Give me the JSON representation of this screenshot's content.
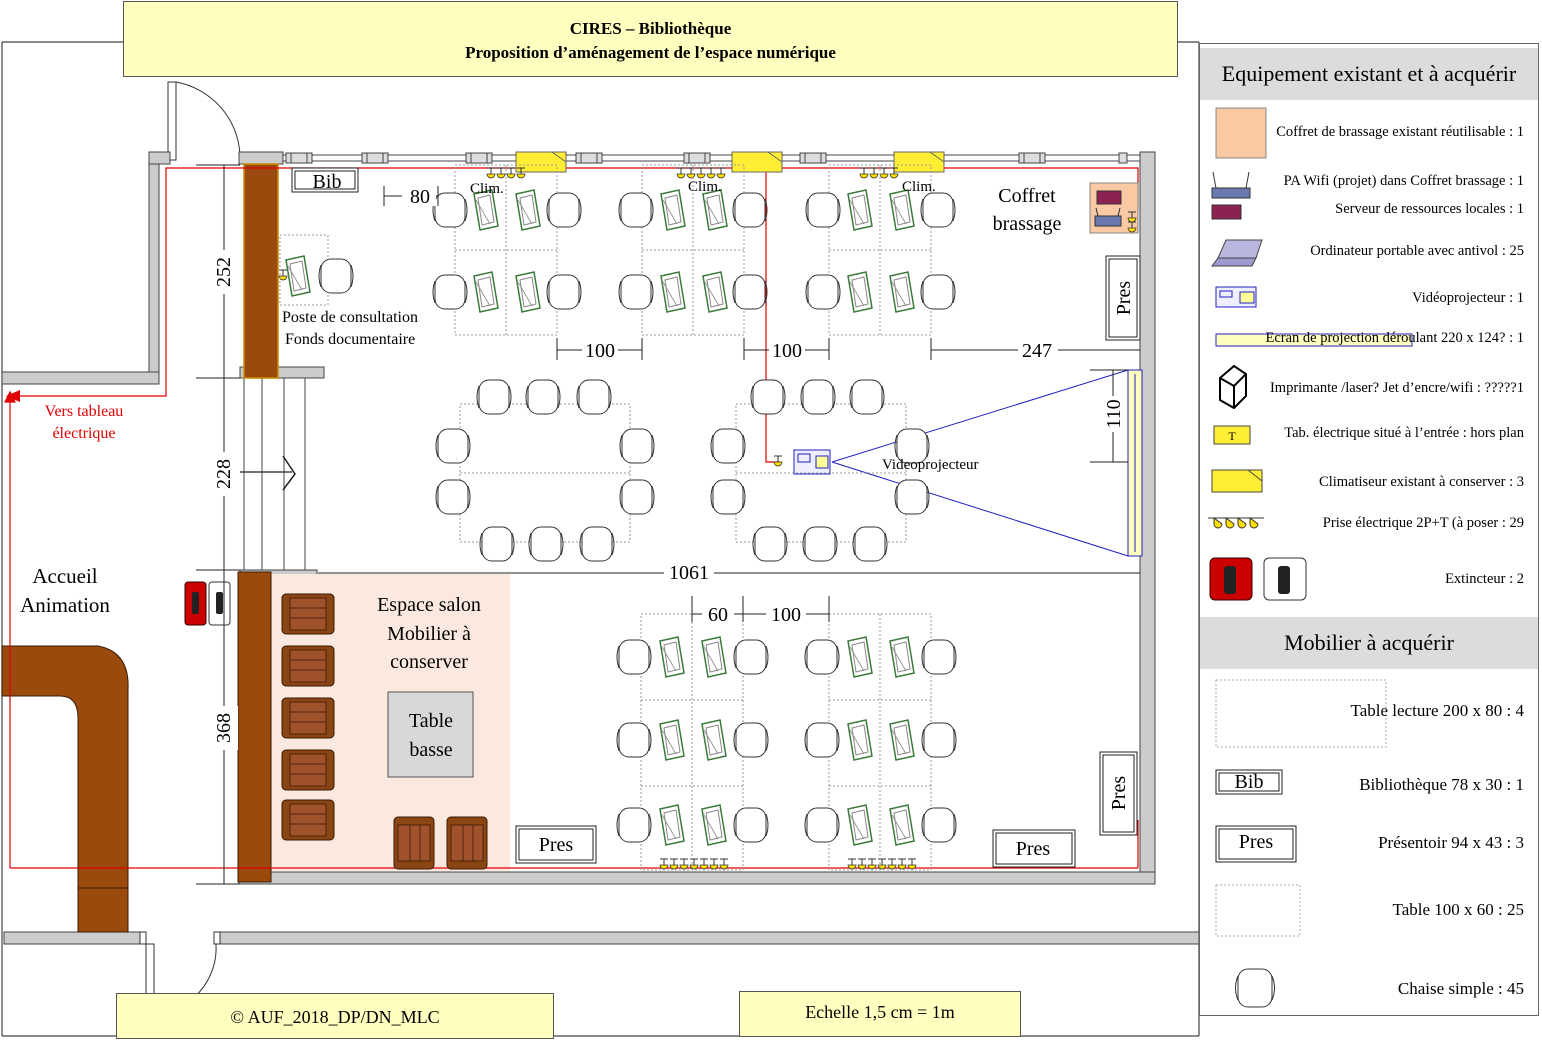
{
  "title": {
    "line1": "CIRES – Bibliothèque",
    "line2": "Proposition d’aménagement de l’espace numérique"
  },
  "footer": {
    "copyright": "© AUF_2018_DP/DN_MLC",
    "scale": "Echelle 1,5 cm = 1m"
  },
  "plan": {
    "zones": {
      "accueil_line1": "Accueil",
      "accueil_line2": "Animation",
      "salon_line1": "Espace salon",
      "salon_line2": "Mobilier à",
      "salon_line3": "conserver",
      "table_basse_line1": "Table",
      "table_basse_line2": "basse",
      "coffret_line1": "Coffret",
      "coffret_line2": "brassage",
      "poste_line1": "Poste de consultation",
      "poste_line2": "Fonds documentaire",
      "vers_tableau_line1": "Vers tableau",
      "vers_tableau_line2": "électrique",
      "videoprojecteur": "Videoprojecteur"
    },
    "clim_labels": [
      "Clim.",
      "Clim.",
      "Clim."
    ],
    "labels": {
      "bib": "Bib",
      "pres_right_top": "Pres",
      "pres_right_bottom": "Pres",
      "pres_bottom_left": "Pres",
      "pres_bottom_right": "Pres"
    },
    "dimensions": {
      "d80": "80",
      "d252": "252",
      "d228": "228",
      "d368": "368",
      "d100a": "100",
      "d100b": "100",
      "d247": "247",
      "d110": "110",
      "d1061": "1061",
      "d60": "60",
      "d100c": "100"
    }
  },
  "legend": {
    "equipment_header": "Equipement existant et à acquérir",
    "equipment_items": [
      {
        "icon": "patch-panel-icon",
        "text": "Coffret de brassage existant réutilisable : 1"
      },
      {
        "icon": "wifi-router-icon",
        "text": "PA Wifi (projet) dans Coffret brassage : 1"
      },
      {
        "icon": "server-icon",
        "text": "Serveur de ressources locales : 1"
      },
      {
        "icon": "laptop-icon",
        "text": "Ordinateur portable avec antivol : 25"
      },
      {
        "icon": "projector-icon",
        "text": "Vidéoprojecteur : 1"
      },
      {
        "icon": "projection-screen-icon",
        "text": "Ecran de projection déroulant 220 x 124? : 1"
      },
      {
        "icon": "printer-icon",
        "text": "Imprimante /laser? Jet d’encre/wifi : ?????1"
      },
      {
        "icon": "electrical-panel-icon",
        "text": "Tab. électrique situé à l’entrée : hors plan"
      },
      {
        "icon": "air-conditioner-icon",
        "text": "Climatiseur existant à conserver : 3"
      },
      {
        "icon": "power-outlet-icon",
        "text": "Prise électrique 2P+T (à poser   : 29"
      },
      {
        "icon": "fire-extinguisher-icon",
        "text": "Extincteur  : 2"
      }
    ],
    "furniture_header": "Mobilier à acquérir",
    "furniture_items": [
      {
        "icon": "reading-table-icon",
        "text": "Table lecture 200 x 80 : 4"
      },
      {
        "icon": "bookshelf-icon",
        "label": "Bib",
        "text": "Bibliothèque 78 x 30 : 1"
      },
      {
        "icon": "display-stand-icon",
        "label": "Pres",
        "text": "Présentoir 94 x 43 : 3"
      },
      {
        "icon": "small-table-icon",
        "text": "Table 100 x 60 : 25"
      },
      {
        "icon": "chair-icon",
        "text": "Chaise simple : 45"
      }
    ]
  },
  "colors": {
    "title_bg": "#ffffc0",
    "wood": "#9b4a0e",
    "electric_line": "#e00000",
    "projection_line": "#2020c0",
    "salon_bg": "#fbe9df",
    "ac_unit": "#ffee33",
    "legend_header_bg": "#dcdcdc"
  }
}
